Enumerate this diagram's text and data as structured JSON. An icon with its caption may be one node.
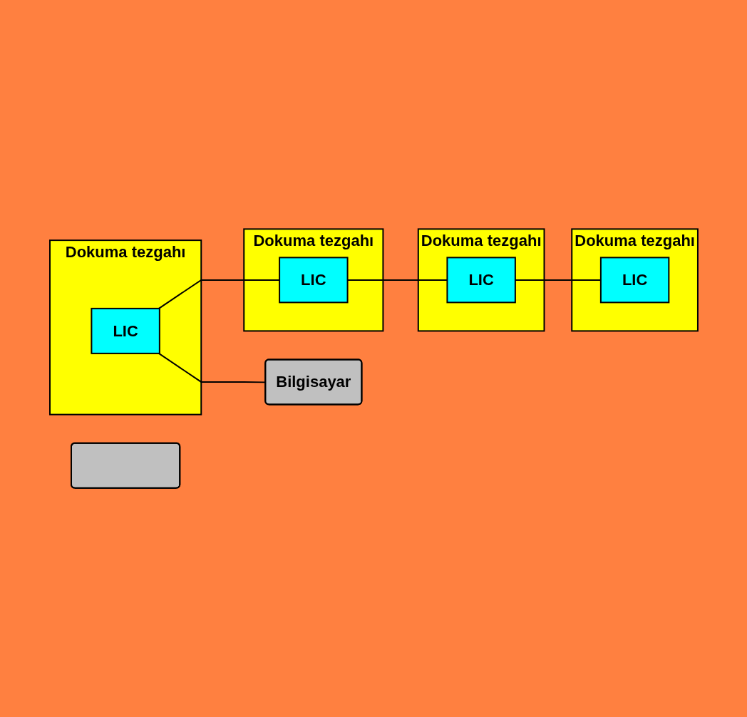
{
  "diagram": {
    "nodes": [
      {
        "text": [
          "Dokuma tezgahı"
        ]
      },
      {
        "text": [
          "LIC"
        ],
        "in": 0
      },
      {
        "text": [
          "Bilgisayar"
        ]
      },
      {
        "text": [],
        "shape": "box"
      },
      {
        "text": [
          "Dokuma tezgahı"
        ]
      },
      {
        "text": [
          "LIC"
        ],
        "in": 4
      },
      {
        "text": [
          "Dokuma tezgahı"
        ]
      },
      {
        "text": [
          "LIC"
        ],
        "in": 6
      },
      {
        "text": [
          "Dokuma tezgahı"
        ]
      },
      {
        "text": [
          "LIC"
        ],
        "in": 8
      }
    ],
    "edges": [
      {
        "from": 1,
        "to": 2,
        "arrow": "none"
      },
      {
        "from": 1,
        "to": 5,
        "arrow": "none"
      },
      {
        "from": 5,
        "to": 7,
        "arrow": "none"
      },
      {
        "from": 7,
        "to": 9,
        "arrow": "none"
      }
    ]
  }
}
